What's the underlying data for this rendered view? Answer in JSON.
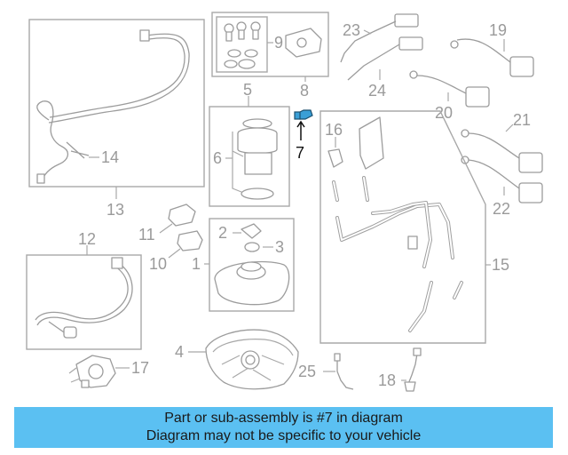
{
  "callouts": {
    "c1": "1",
    "c2": "2",
    "c3": "3",
    "c4": "4",
    "c5": "5",
    "c6": "6",
    "c7": "7",
    "c8": "8",
    "c9": "9",
    "c10": "10",
    "c11": "11",
    "c12": "12",
    "c13": "13",
    "c14": "14",
    "c15": "15",
    "c16": "16",
    "c17": "17",
    "c18": "18",
    "c19": "19",
    "c20": "20",
    "c21": "21",
    "c22": "22",
    "c23": "23",
    "c24": "24",
    "c25": "25"
  },
  "highlight": {
    "part_number": "7",
    "color": "#3a9fd6"
  },
  "banner": {
    "line1": "Part or sub-assembly is #7 in diagram",
    "line2": "Diagram may not be specific to your vehicle",
    "background": "#5bc0f2"
  }
}
